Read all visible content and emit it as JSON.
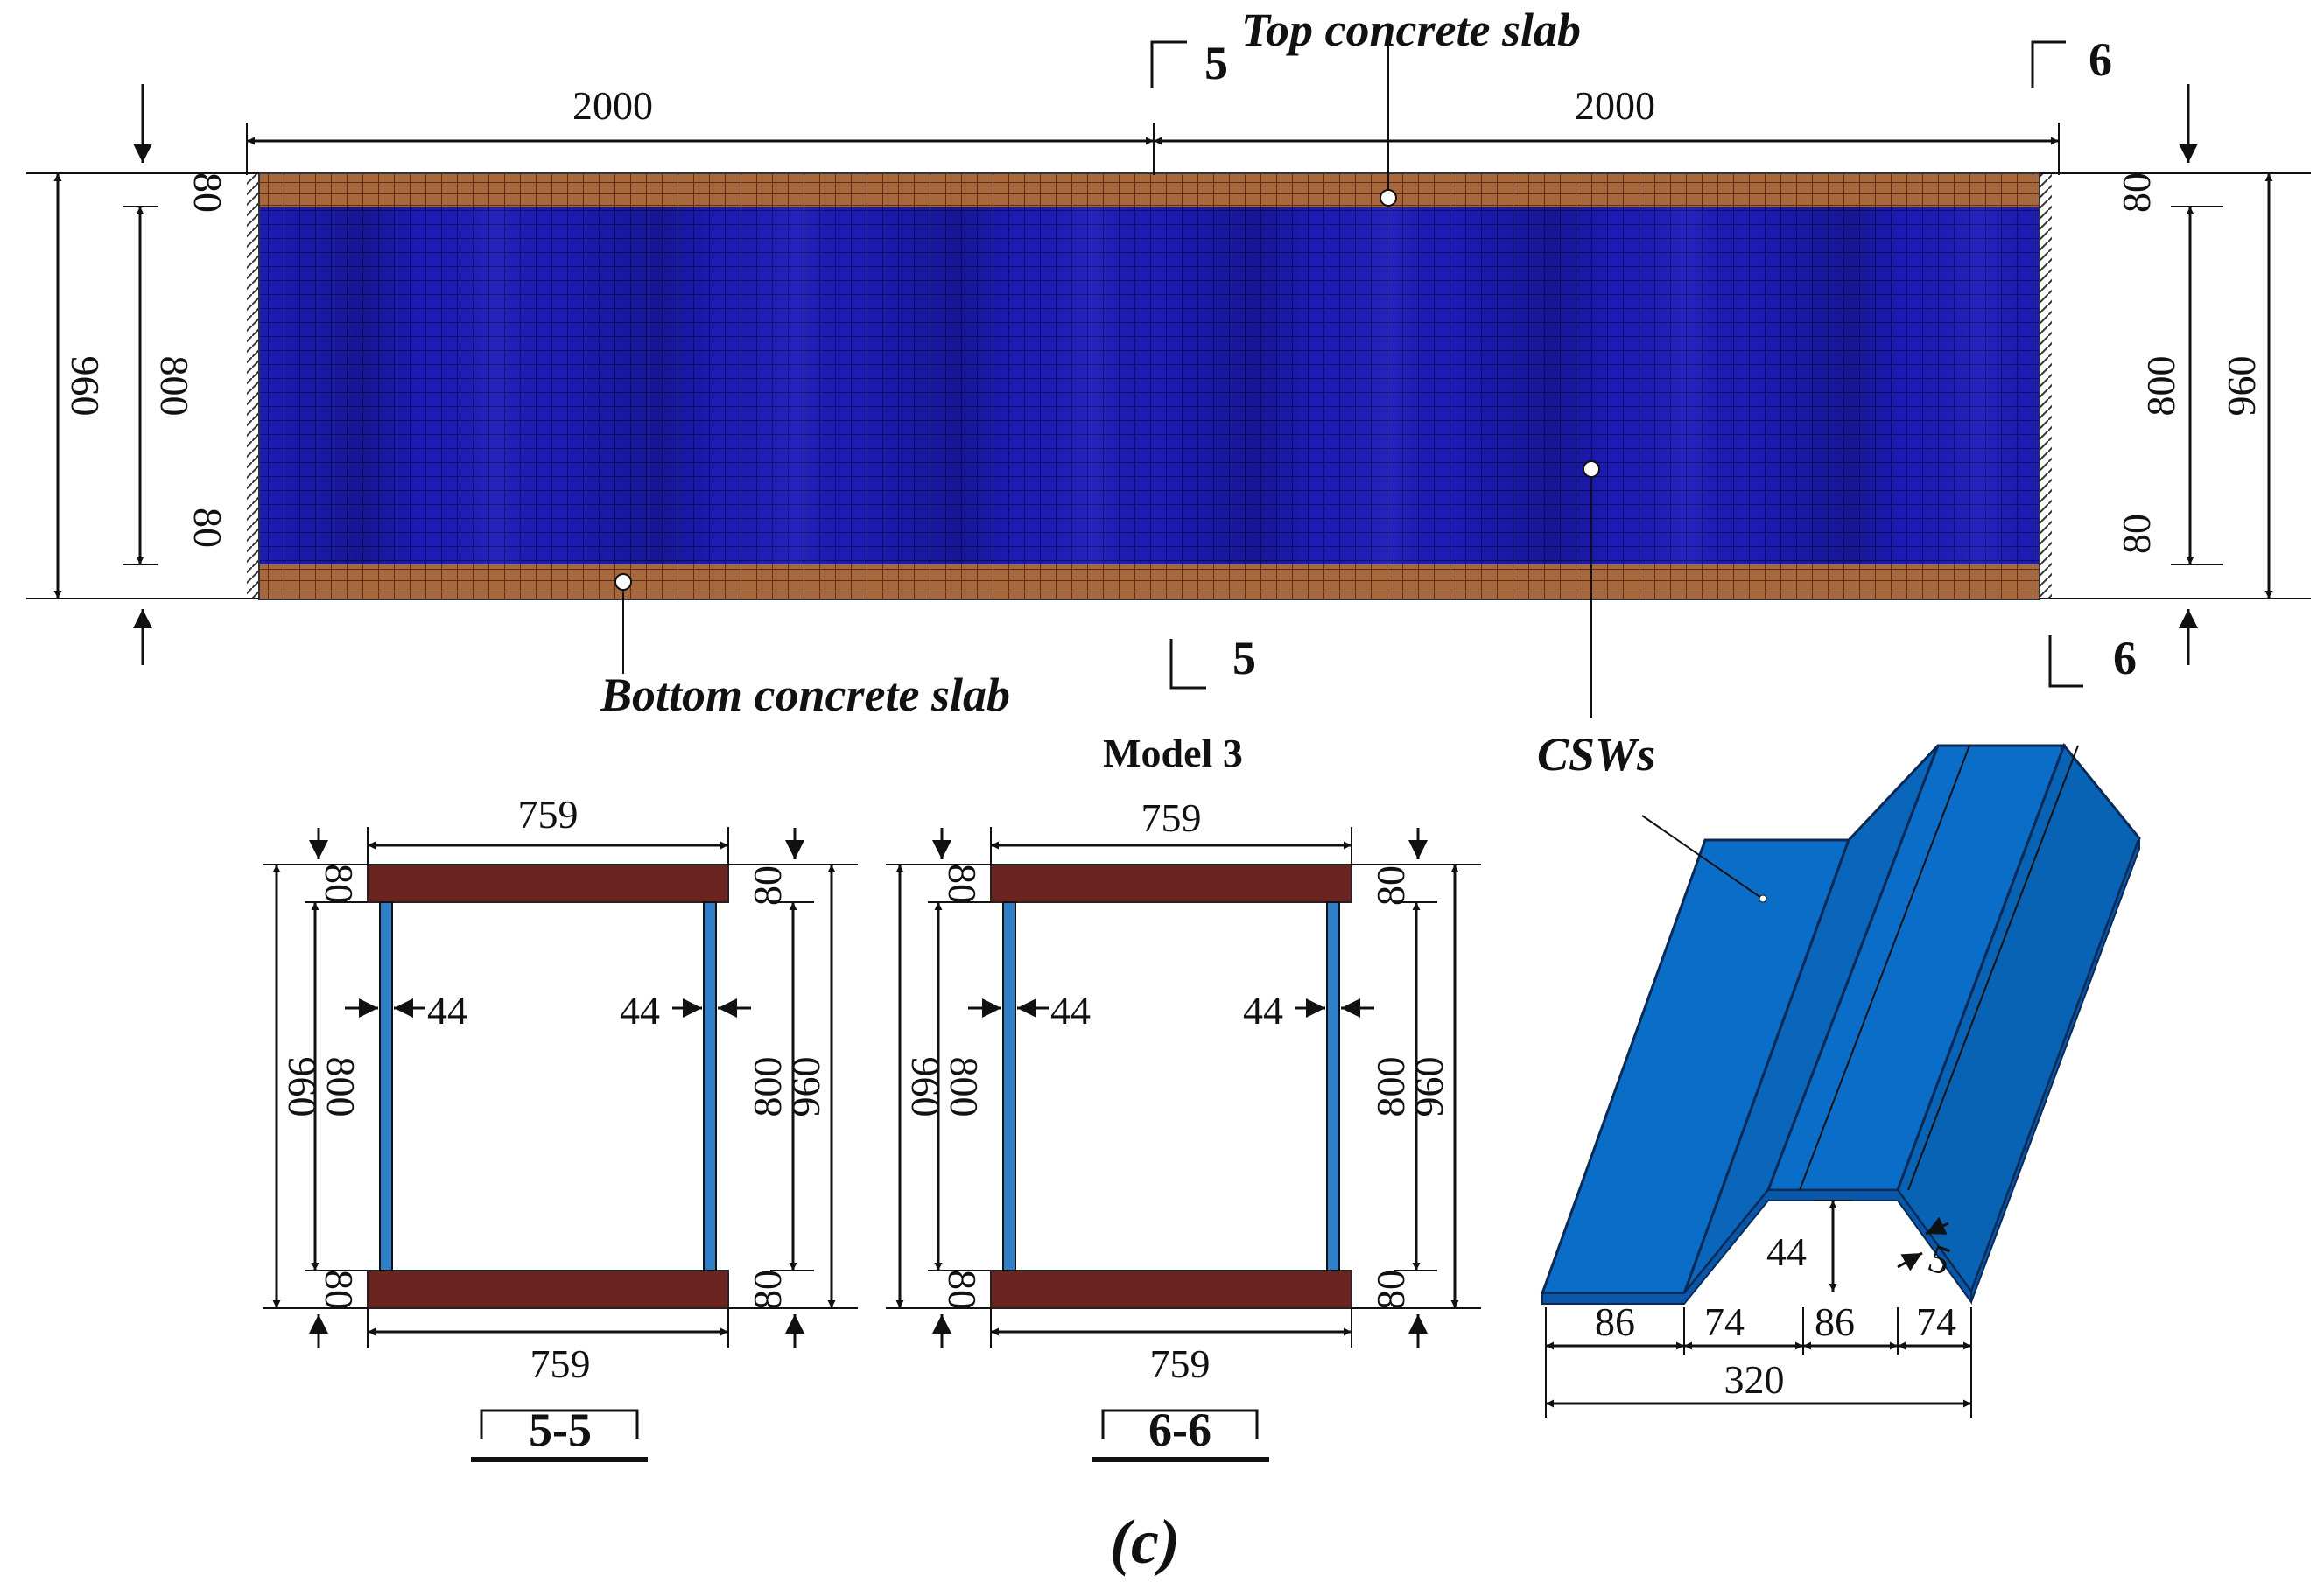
{
  "elevation": {
    "len_left": "2000",
    "len_right": "2000",
    "left_total": "960",
    "left_web": "800",
    "left_top_slab": "80",
    "left_bottom_slab": "80",
    "right_total": "960",
    "right_web": "800",
    "right_top_slab": "80",
    "right_bottom_slab": "80",
    "top_label": "Top concrete slab",
    "bottom_label": "Bottom concrete slab",
    "csw_label": "CSWs",
    "cut5_top": "5",
    "cut5_bottom": "5",
    "cut6_top": "6",
    "cut6_bottom": "6"
  },
  "model_title": "Model 3",
  "section_5": {
    "width_top": "759",
    "width_bottom": "759",
    "web_left": "44",
    "web_right": "44",
    "left_total": "960",
    "left_web": "800",
    "left_top_slab": "80",
    "left_bottom_slab": "80",
    "right_total": "960",
    "right_web": "800",
    "right_top_slab": "80",
    "right_bottom_slab": "80",
    "label": "5-5"
  },
  "section_6": {
    "width_top": "759",
    "width_bottom": "759",
    "web_left": "44",
    "web_right": "44",
    "left_total": "960",
    "left_web": "800",
    "left_top_slab": "80",
    "left_bottom_slab": "80",
    "right_total": "960",
    "right_web": "800",
    "right_top_slab": "80",
    "right_bottom_slab": "80",
    "label": "6-6"
  },
  "csw_detail": {
    "depth": "44",
    "thickness": "5",
    "flat_1": "86",
    "incl_1": "74",
    "flat_2": "86",
    "incl_2": "74",
    "total": "320"
  },
  "caption": "(c)",
  "colors": {
    "web_mesh": "#1a1ab0",
    "slab_mesh": "#a4623a",
    "section_slab": "#6b2520",
    "section_web": "#2f7fc9",
    "csw_blue": "#0a6ec8"
  }
}
